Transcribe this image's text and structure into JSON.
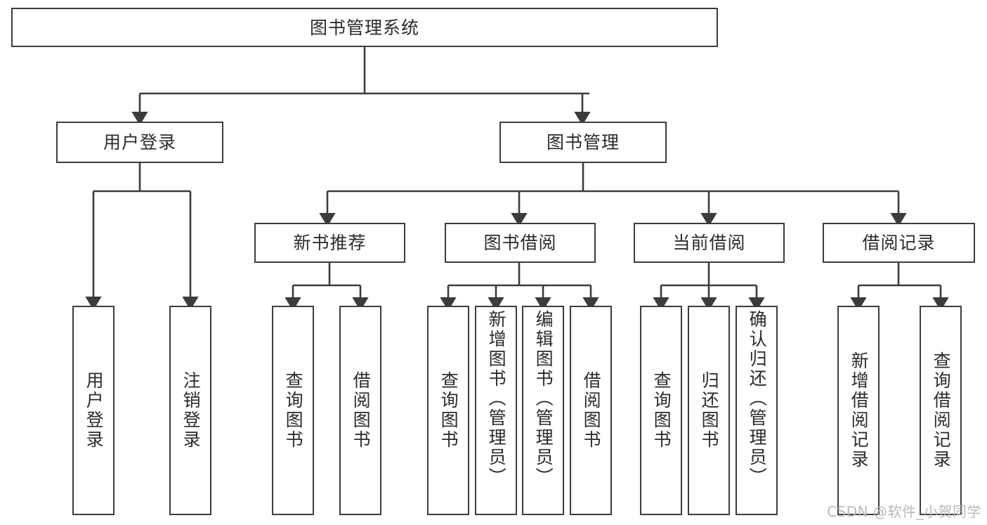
{
  "diagram": {
    "title": "图书管理系统",
    "type": "tree",
    "watermark": "CSDN @软件_小贺同学",
    "colors": {
      "background": "#ffffff",
      "stroke": "#3c3c3c",
      "text": "#2b2b2b",
      "watermark": "#b9b9b9"
    },
    "nodes": {
      "root": {
        "label": "图书管理系统"
      },
      "level2": [
        {
          "id": "user-login",
          "label": "用户登录"
        },
        {
          "id": "book-manage",
          "label": "图书管理"
        }
      ],
      "level3": [
        {
          "id": "new-book-recommend",
          "label": "新书推荐"
        },
        {
          "id": "book-borrow",
          "label": "图书借阅"
        },
        {
          "id": "current-borrow",
          "label": "当前借阅"
        },
        {
          "id": "borrow-record",
          "label": "借阅记录"
        }
      ],
      "leaves": {
        "user_login": [
          {
            "id": "leaf-user-login",
            "label": "用户登录"
          },
          {
            "id": "leaf-logout",
            "label": "注销登录"
          }
        ],
        "new_book_recommend": [
          {
            "id": "leaf-query-book-1",
            "label": "查询图书"
          },
          {
            "id": "leaf-borrow-book-1",
            "label": "借阅图书"
          }
        ],
        "book_borrow": [
          {
            "id": "leaf-query-book-2",
            "label": "查询图书"
          },
          {
            "id": "leaf-add-book",
            "label": "新增图书（管理员）"
          },
          {
            "id": "leaf-edit-book",
            "label": "编辑图书（管理员）"
          },
          {
            "id": "leaf-borrow-book-2",
            "label": "借阅图书"
          }
        ],
        "current_borrow": [
          {
            "id": "leaf-query-book-3",
            "label": "查询图书"
          },
          {
            "id": "leaf-return-book",
            "label": "归还图书"
          },
          {
            "id": "leaf-confirm-return",
            "label": "确认归还（管理员）"
          }
        ],
        "borrow_record": [
          {
            "id": "leaf-add-record",
            "label": "新增借阅记录"
          },
          {
            "id": "leaf-query-record",
            "label": "查询借阅记录"
          }
        ]
      }
    }
  }
}
